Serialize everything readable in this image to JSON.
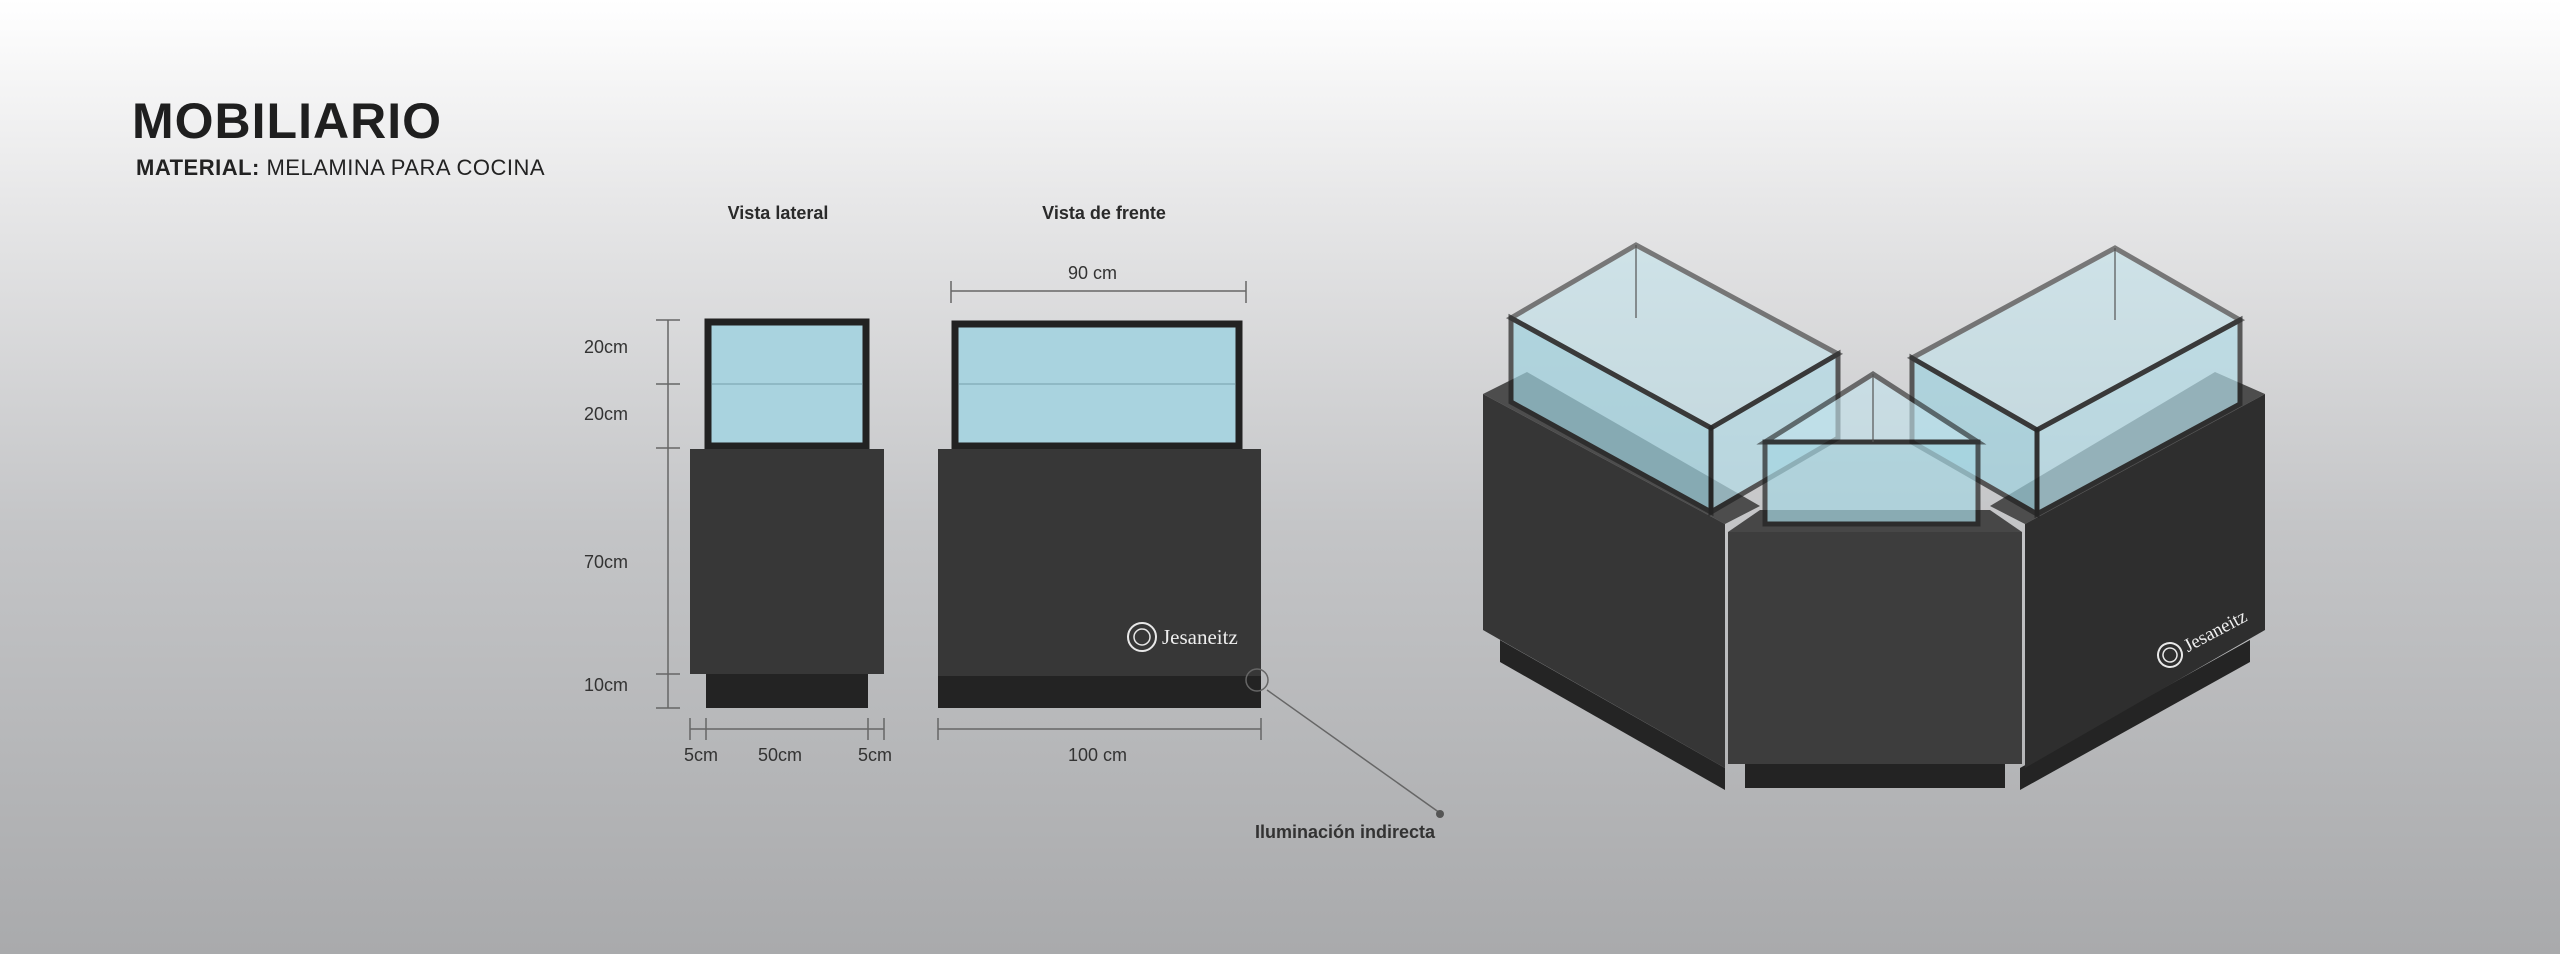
{
  "header": {
    "title": "MOBILIARIO",
    "material_label": "MATERIAL:",
    "material_value": "MELAMINA PARA COCINA"
  },
  "views": {
    "side_label": "Vista lateral",
    "front_label": "Vista de frente"
  },
  "dimensions": {
    "glass_upper": "20cm",
    "glass_lower": "20cm",
    "cabinet_body": "70cm",
    "base": "10cm",
    "side_margin_left": "5cm",
    "side_width": "50cm",
    "side_margin_right": "5cm",
    "front_top_width": "90 cm",
    "front_width": "100 cm"
  },
  "annotations": {
    "lighting": "Iluminación indirecta"
  },
  "branding": {
    "logo_text": "Jesaneitz"
  },
  "colors": {
    "cabinet": "#373737",
    "cabinet_dark": "#232323",
    "glass": "#a9d3df",
    "frame": "#222222"
  }
}
